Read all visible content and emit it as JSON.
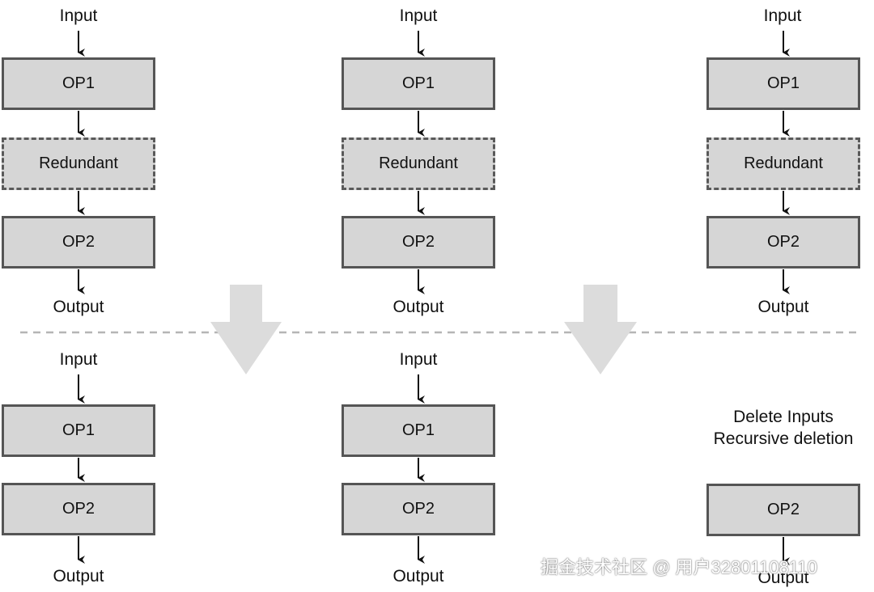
{
  "colors": {
    "box_fill": "#d6d6d6",
    "box_border": "#555555",
    "arrow": "#111111",
    "transition_arrow": "#dcdcdc",
    "separator": "#b5b5b5"
  },
  "top": [
    {
      "input": "Input",
      "op1": "OP1",
      "redundant": "Redundant",
      "op2": "OP2",
      "output": "Output"
    },
    {
      "input": "Input",
      "op1": "OP1",
      "redundant": "Redundant",
      "op2": "OP2",
      "output": "Output"
    },
    {
      "input": "Input",
      "op1": "OP1",
      "redundant": "Redundant",
      "op2": "OP2",
      "output": "Output"
    }
  ],
  "bottom": [
    {
      "input": "Input",
      "op1": "OP1",
      "op2": "OP2",
      "output": "Output"
    },
    {
      "input": "Input",
      "op1": "OP1",
      "op2": "OP2",
      "output": "Output"
    },
    {
      "note_line1": "Delete Inputs",
      "note_line2": "Recursive deletion",
      "op2": "OP2",
      "output": "Output"
    }
  ],
  "watermark": "掘金技术社区 @ 用户3280110811​0"
}
